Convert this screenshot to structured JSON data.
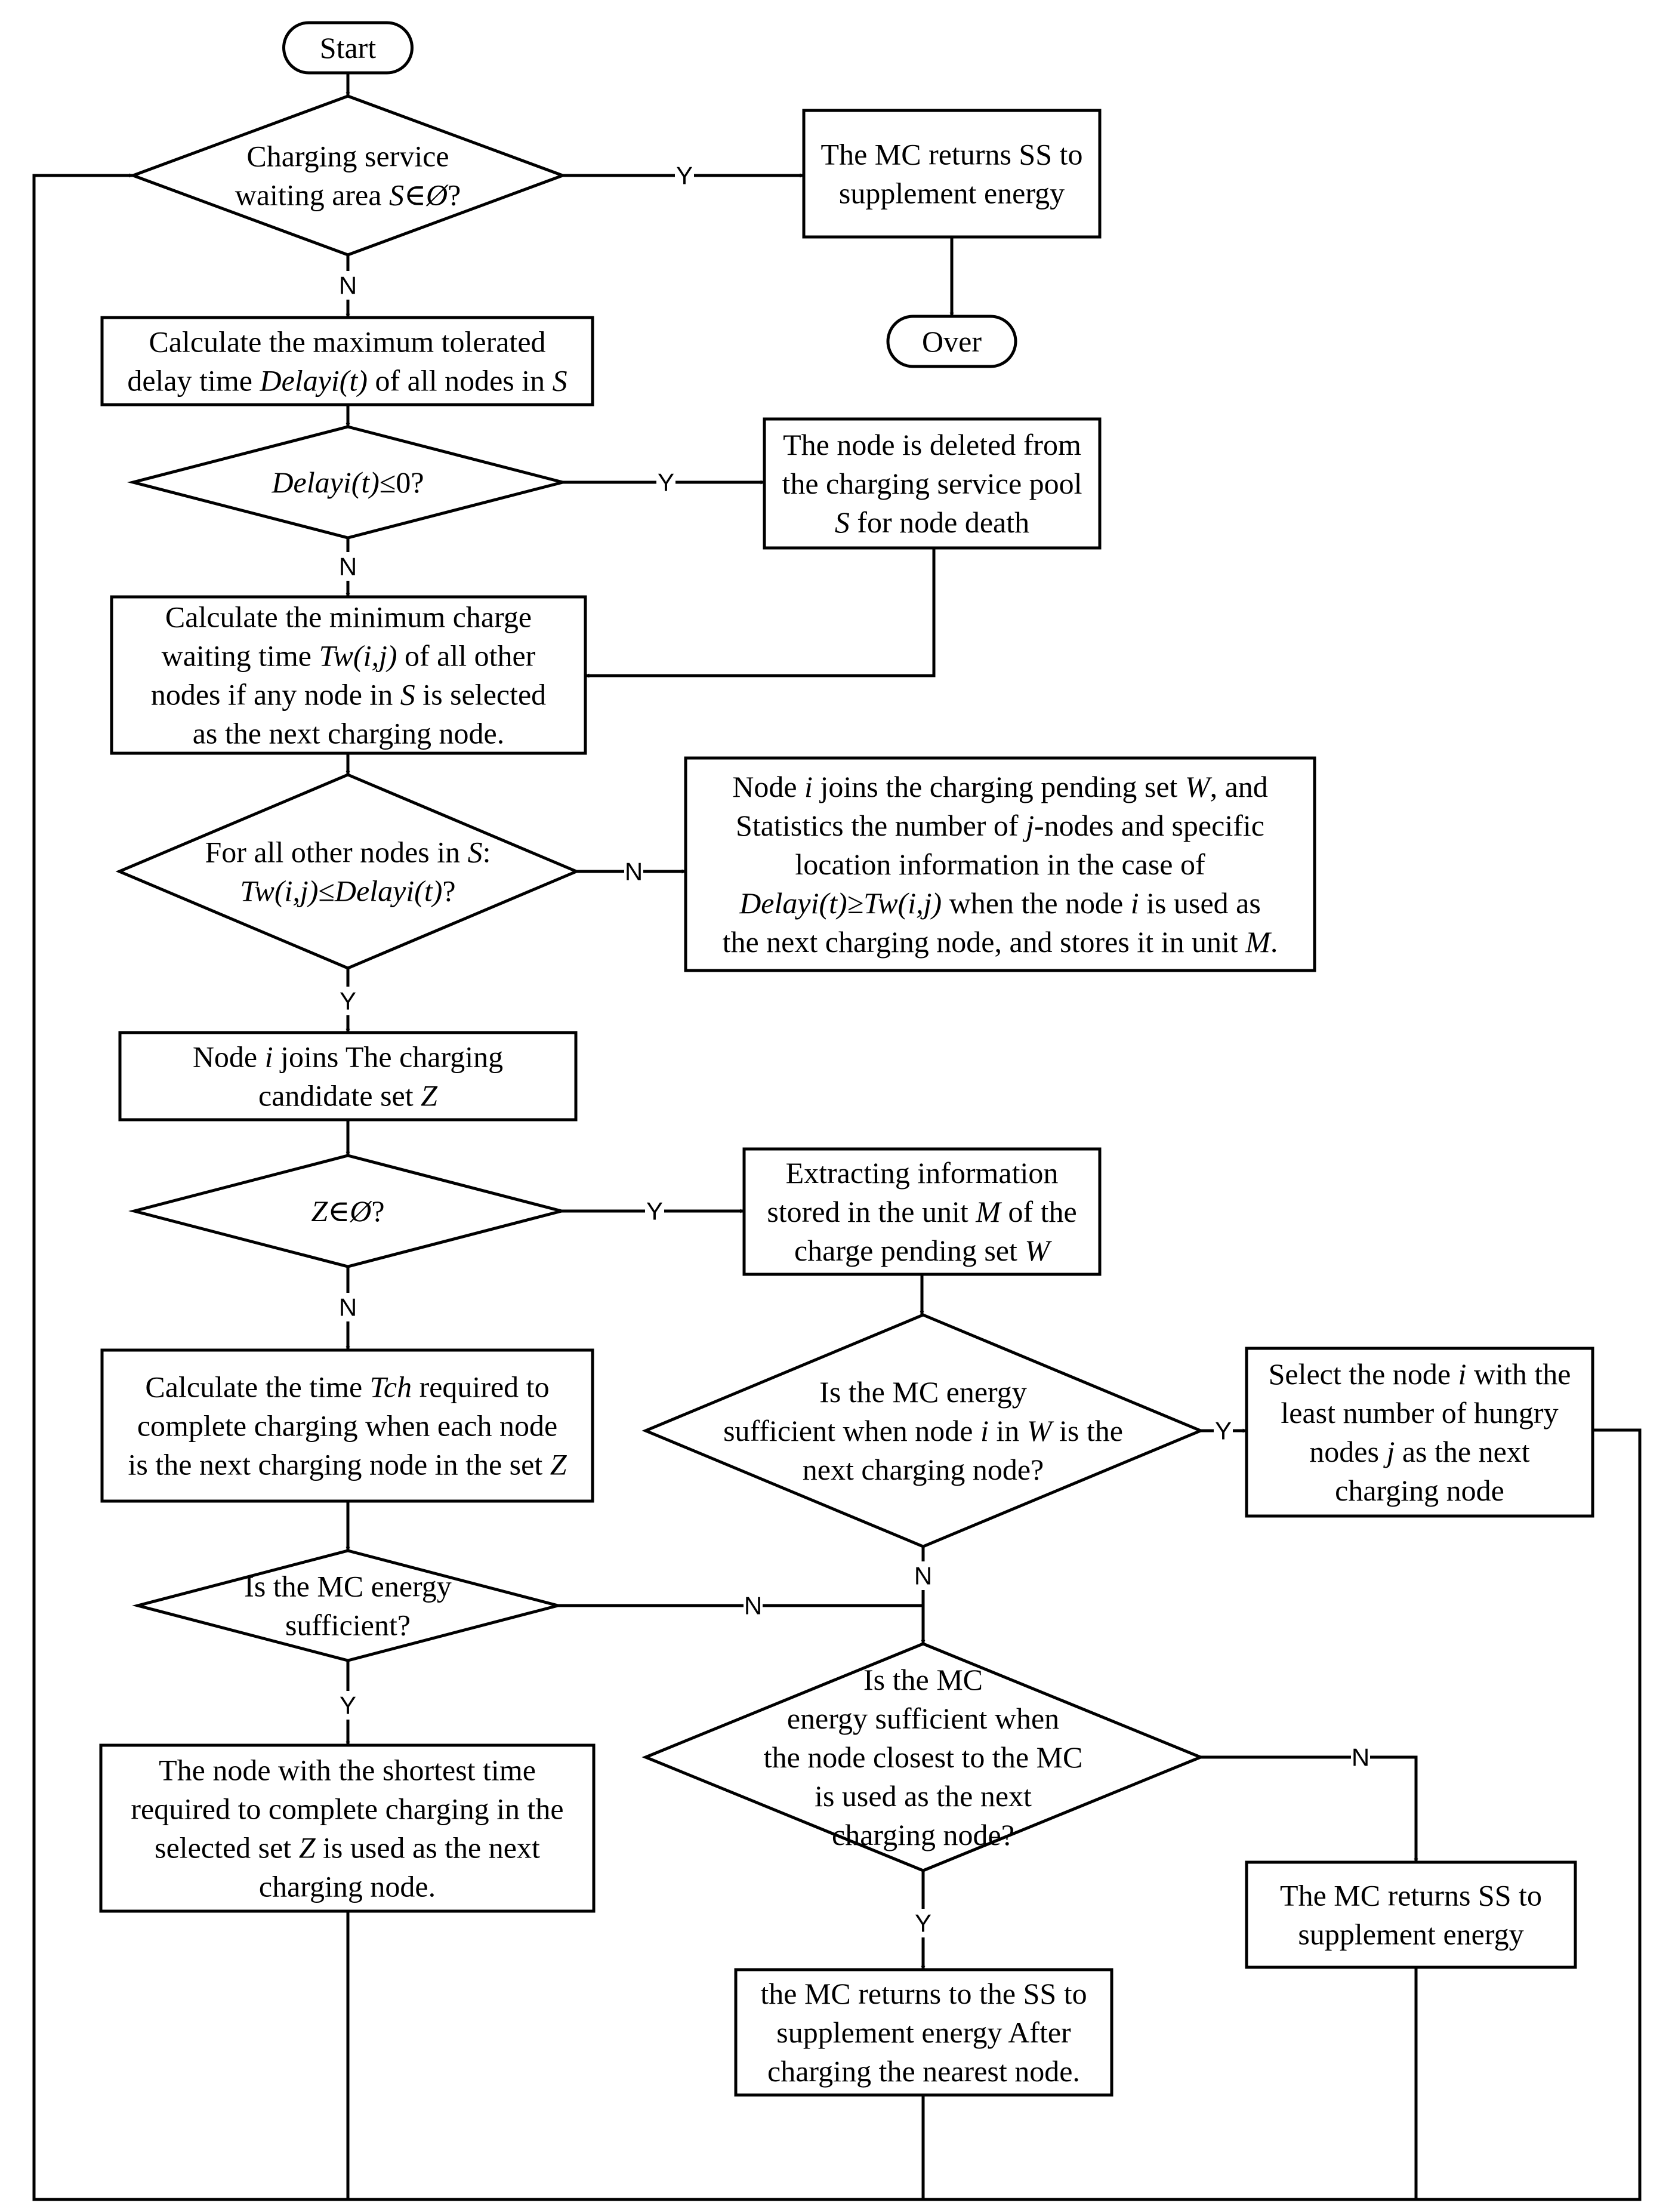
{
  "flowchart": {
    "nodes": [
      {
        "id": "start",
        "shape": "terminal",
        "lines": [
          [
            {
              "t": "Start"
            }
          ]
        ]
      },
      {
        "id": "d1",
        "shape": "decision",
        "lines": [
          [
            {
              "t": "Charging service"
            }
          ],
          [
            {
              "t": "waiting area "
            },
            {
              "t": "S∈Ø",
              "i": true
            },
            {
              "t": "?"
            }
          ]
        ]
      },
      {
        "id": "p_return1",
        "shape": "process",
        "lines": [
          [
            {
              "t": "The MC returns SS to"
            }
          ],
          [
            {
              "t": "supplement energy"
            }
          ]
        ]
      },
      {
        "id": "over",
        "shape": "terminal",
        "lines": [
          [
            {
              "t": "Over"
            }
          ]
        ]
      },
      {
        "id": "p_calc_delay",
        "shape": "process",
        "lines": [
          [
            {
              "t": "Calculate the maximum tolerated"
            }
          ],
          [
            {
              "t": "delay time "
            },
            {
              "t": "Delayi(t)",
              "i": true
            },
            {
              "t": " of all nodes in "
            },
            {
              "t": "S",
              "i": true
            }
          ]
        ]
      },
      {
        "id": "d2",
        "shape": "decision",
        "lines": [
          [
            {
              "t": "Delayi(t)",
              "i": true
            },
            {
              "t": "≤0?"
            }
          ]
        ]
      },
      {
        "id": "p_delete",
        "shape": "process",
        "lines": [
          [
            {
              "t": "The node is deleted from"
            }
          ],
          [
            {
              "t": "the charging service pool"
            }
          ],
          [
            {
              "t": "S",
              "i": true
            },
            {
              "t": " for node death"
            }
          ]
        ]
      },
      {
        "id": "p_calc_tw",
        "shape": "process",
        "lines": [
          [
            {
              "t": "Calculate the minimum charge"
            }
          ],
          [
            {
              "t": "waiting time "
            },
            {
              "t": "Tw(i,j)",
              "i": true
            },
            {
              "t": " of all other"
            }
          ],
          [
            {
              "t": "nodes if any node in "
            },
            {
              "t": "S",
              "i": true
            },
            {
              "t": " is selected"
            }
          ],
          [
            {
              "t": "as the next charging node."
            }
          ]
        ]
      },
      {
        "id": "d3",
        "shape": "decision",
        "lines": [
          [
            {
              "t": "For all other nodes in "
            },
            {
              "t": "S",
              "i": true
            },
            {
              "t": ":"
            }
          ],
          [
            {
              "t": "Tw(i,j)",
              "i": true
            },
            {
              "t": "≤"
            },
            {
              "t": "Delayi(t)",
              "i": true
            },
            {
              "t": "?"
            }
          ]
        ]
      },
      {
        "id": "p_pending",
        "shape": "process",
        "lines": [
          [
            {
              "t": "Node "
            },
            {
              "t": "i",
              "i": true
            },
            {
              "t": " joins the charging pending set "
            },
            {
              "t": "W",
              "i": true
            },
            {
              "t": ", and"
            }
          ],
          [
            {
              "t": "Statistics the number of "
            },
            {
              "t": "j",
              "i": true
            },
            {
              "t": "-nodes and specific"
            }
          ],
          [
            {
              "t": "location information in the case of"
            }
          ],
          [
            {
              "t": "Delayi(t)≥Tw(i,j)",
              "i": true
            },
            {
              "t": " when the node "
            },
            {
              "t": "i",
              "i": true
            },
            {
              "t": " is used as"
            }
          ],
          [
            {
              "t": "the next charging node, and stores it in unit "
            },
            {
              "t": "M",
              "i": true
            },
            {
              "t": "."
            }
          ]
        ]
      },
      {
        "id": "p_candidate",
        "shape": "process",
        "lines": [
          [
            {
              "t": "Node "
            },
            {
              "t": "i",
              "i": true
            },
            {
              "t": " joins The charging"
            }
          ],
          [
            {
              "t": "candidate set "
            },
            {
              "t": "Z",
              "i": true
            }
          ]
        ]
      },
      {
        "id": "d4",
        "shape": "decision",
        "lines": [
          [
            {
              "t": "Z∈Ø",
              "i": true
            },
            {
              "t": "?"
            }
          ]
        ]
      },
      {
        "id": "p_extract",
        "shape": "process",
        "lines": [
          [
            {
              "t": "Extracting information"
            }
          ],
          [
            {
              "t": "stored in the unit "
            },
            {
              "t": "M",
              "i": true
            },
            {
              "t": " of the"
            }
          ],
          [
            {
              "t": "charge pending set "
            },
            {
              "t": "W",
              "i": true
            }
          ]
        ]
      },
      {
        "id": "p_calc_tch",
        "shape": "process",
        "lines": [
          [
            {
              "t": "Calculate the time "
            },
            {
              "t": "Tch",
              "i": true
            },
            {
              "t": " required to"
            }
          ],
          [
            {
              "t": "complete charging when each node"
            }
          ],
          [
            {
              "t": "is the next charging node in the set "
            },
            {
              "t": "Z",
              "i": true
            }
          ]
        ]
      },
      {
        "id": "d5",
        "shape": "decision",
        "lines": [
          [
            {
              "t": "Is the MC energy"
            }
          ],
          [
            {
              "t": "sufficient when node "
            },
            {
              "t": "i",
              "i": true
            },
            {
              "t": " in "
            },
            {
              "t": "W",
              "i": true
            },
            {
              "t": " is the"
            }
          ],
          [
            {
              "t": "next charging node?"
            }
          ]
        ]
      },
      {
        "id": "p_least_hungry",
        "shape": "process",
        "lines": [
          [
            {
              "t": "Select the node "
            },
            {
              "t": "i",
              "i": true
            },
            {
              "t": " with the"
            }
          ],
          [
            {
              "t": "least number of hungry"
            }
          ],
          [
            {
              "t": "nodes "
            },
            {
              "t": "j",
              "i": true
            },
            {
              "t": " as the next"
            }
          ],
          [
            {
              "t": "charging node"
            }
          ]
        ]
      },
      {
        "id": "d6",
        "shape": "decision",
        "lines": [
          [
            {
              "t": "Is the MC energy"
            }
          ],
          [
            {
              "t": "sufficient?"
            }
          ]
        ]
      },
      {
        "id": "d7",
        "shape": "decision",
        "lines": [
          [
            {
              "t": "Is the MC"
            }
          ],
          [
            {
              "t": "energy sufficient when"
            }
          ],
          [
            {
              "t": "the node closest to the MC"
            }
          ],
          [
            {
              "t": "is used as the next"
            }
          ],
          [
            {
              "t": "charging node?"
            }
          ]
        ]
      },
      {
        "id": "p_shortest",
        "shape": "process",
        "lines": [
          [
            {
              "t": "The node with the shortest time"
            }
          ],
          [
            {
              "t": "required to complete charging in the"
            }
          ],
          [
            {
              "t": "selected set "
            },
            {
              "t": "Z",
              "i": true
            },
            {
              "t": " is used as the next"
            }
          ],
          [
            {
              "t": "charging node."
            }
          ]
        ]
      },
      {
        "id": "p_return2",
        "shape": "process",
        "lines": [
          [
            {
              "t": "The MC returns SS to"
            }
          ],
          [
            {
              "t": "supplement energy"
            }
          ]
        ]
      },
      {
        "id": "p_nearest",
        "shape": "process",
        "lines": [
          [
            {
              "t": "the MC returns to the SS to"
            }
          ],
          [
            {
              "t": "supplement energy After"
            }
          ],
          [
            {
              "t": "charging the nearest node."
            }
          ]
        ]
      }
    ],
    "edges": [
      {
        "from": "start",
        "to": "d1",
        "label": ""
      },
      {
        "from": "d1",
        "to": "p_return1",
        "label": "Y"
      },
      {
        "from": "p_return1",
        "to": "over",
        "label": ""
      },
      {
        "from": "d1",
        "to": "p_calc_delay",
        "label": "N"
      },
      {
        "from": "p_calc_delay",
        "to": "d2",
        "label": ""
      },
      {
        "from": "d2",
        "to": "p_delete",
        "label": "Y"
      },
      {
        "from": "d2",
        "to": "p_calc_tw",
        "label": "N"
      },
      {
        "from": "p_delete",
        "to": "p_calc_tw",
        "label": ""
      },
      {
        "from": "p_calc_tw",
        "to": "d3",
        "label": ""
      },
      {
        "from": "d3",
        "to": "p_pending",
        "label": "N"
      },
      {
        "from": "d3",
        "to": "p_candidate",
        "label": "Y"
      },
      {
        "from": "p_candidate",
        "to": "d4",
        "label": ""
      },
      {
        "from": "d4",
        "to": "p_extract",
        "label": "Y"
      },
      {
        "from": "d4",
        "to": "p_calc_tch",
        "label": "N"
      },
      {
        "from": "p_extract",
        "to": "d5",
        "label": ""
      },
      {
        "from": "d5",
        "to": "p_least_hungry",
        "label": "Y"
      },
      {
        "from": "d5",
        "to": "d7",
        "label": "N"
      },
      {
        "from": "p_calc_tch",
        "to": "d6",
        "label": ""
      },
      {
        "from": "d6",
        "to": "d7",
        "label": "N"
      },
      {
        "from": "d6",
        "to": "p_shortest",
        "label": "Y"
      },
      {
        "from": "d7",
        "to": "p_return2",
        "label": "N"
      },
      {
        "from": "d7",
        "to": "p_nearest",
        "label": "Y"
      },
      {
        "from": "p_shortest",
        "to": "d1",
        "label": ""
      },
      {
        "from": "p_nearest",
        "to": "d1",
        "label": ""
      },
      {
        "from": "p_return2",
        "to": "d1",
        "label": ""
      },
      {
        "from": "p_least_hungry",
        "to": "d1",
        "label": ""
      }
    ]
  }
}
